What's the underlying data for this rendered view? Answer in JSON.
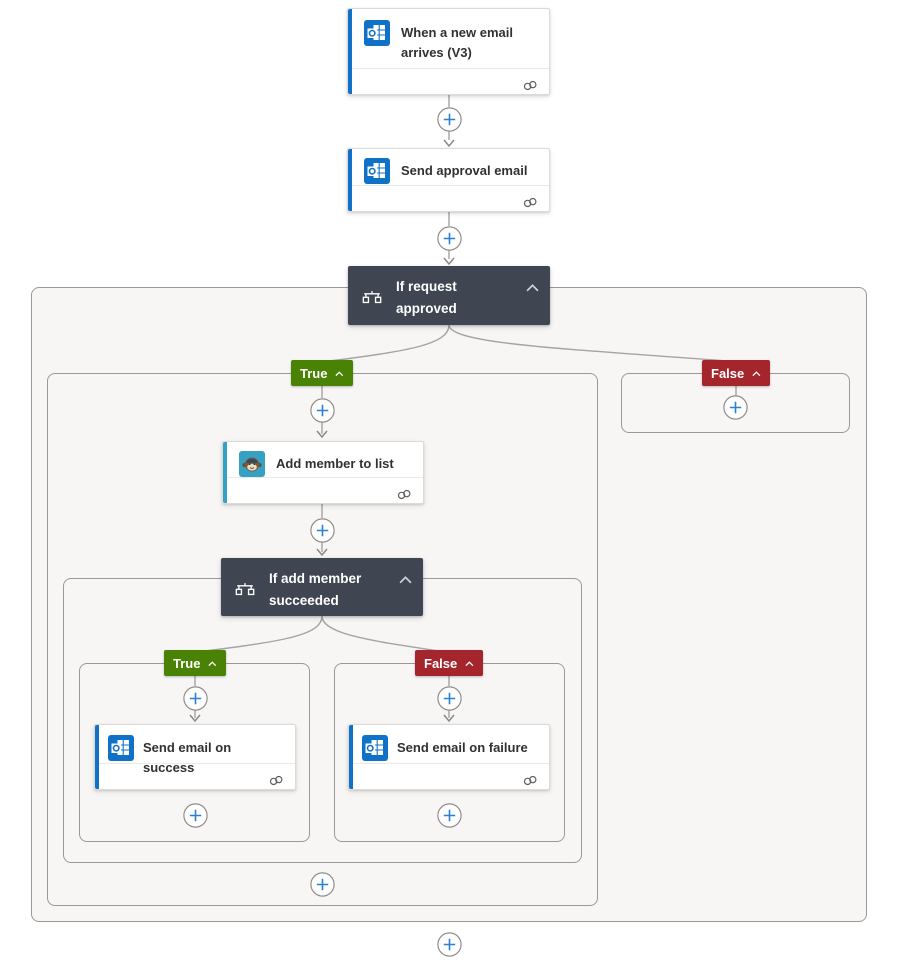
{
  "nodes": {
    "trigger": {
      "title": "When a new email arrives (V3)",
      "icon": "outlook-icon"
    },
    "send_approval": {
      "title": "Send approval email",
      "icon": "outlook-icon"
    },
    "condition_outer": {
      "title": "If request approved",
      "icon": "condition-icon"
    },
    "add_member": {
      "title": "Add member to list",
      "icon": "mailchimp-icon"
    },
    "condition_inner": {
      "title": "If add member succeeded",
      "icon": "condition-icon"
    },
    "send_success": {
      "title": "Send email on success",
      "icon": "outlook-icon"
    },
    "send_failure": {
      "title": "Send email on failure",
      "icon": "outlook-icon"
    }
  },
  "badges": {
    "outer_true": "True",
    "outer_false": "False",
    "inner_true": "True",
    "inner_false": "False"
  },
  "icons": {
    "connection": "link-icon",
    "add_step": "plus-icon",
    "collapse": "chevron-up-icon"
  },
  "colors": {
    "outlook_accent": "#1072c6",
    "mailchimp_accent": "#35a2c4",
    "condition_bg": "#3f4651",
    "true_badge": "#498205",
    "false_badge": "#a4262c",
    "container_fill": "#f7f6f4",
    "container_border": "#9b9997",
    "connector_line": "#a6a4a2",
    "plus_blue": "#2b7fd4"
  }
}
